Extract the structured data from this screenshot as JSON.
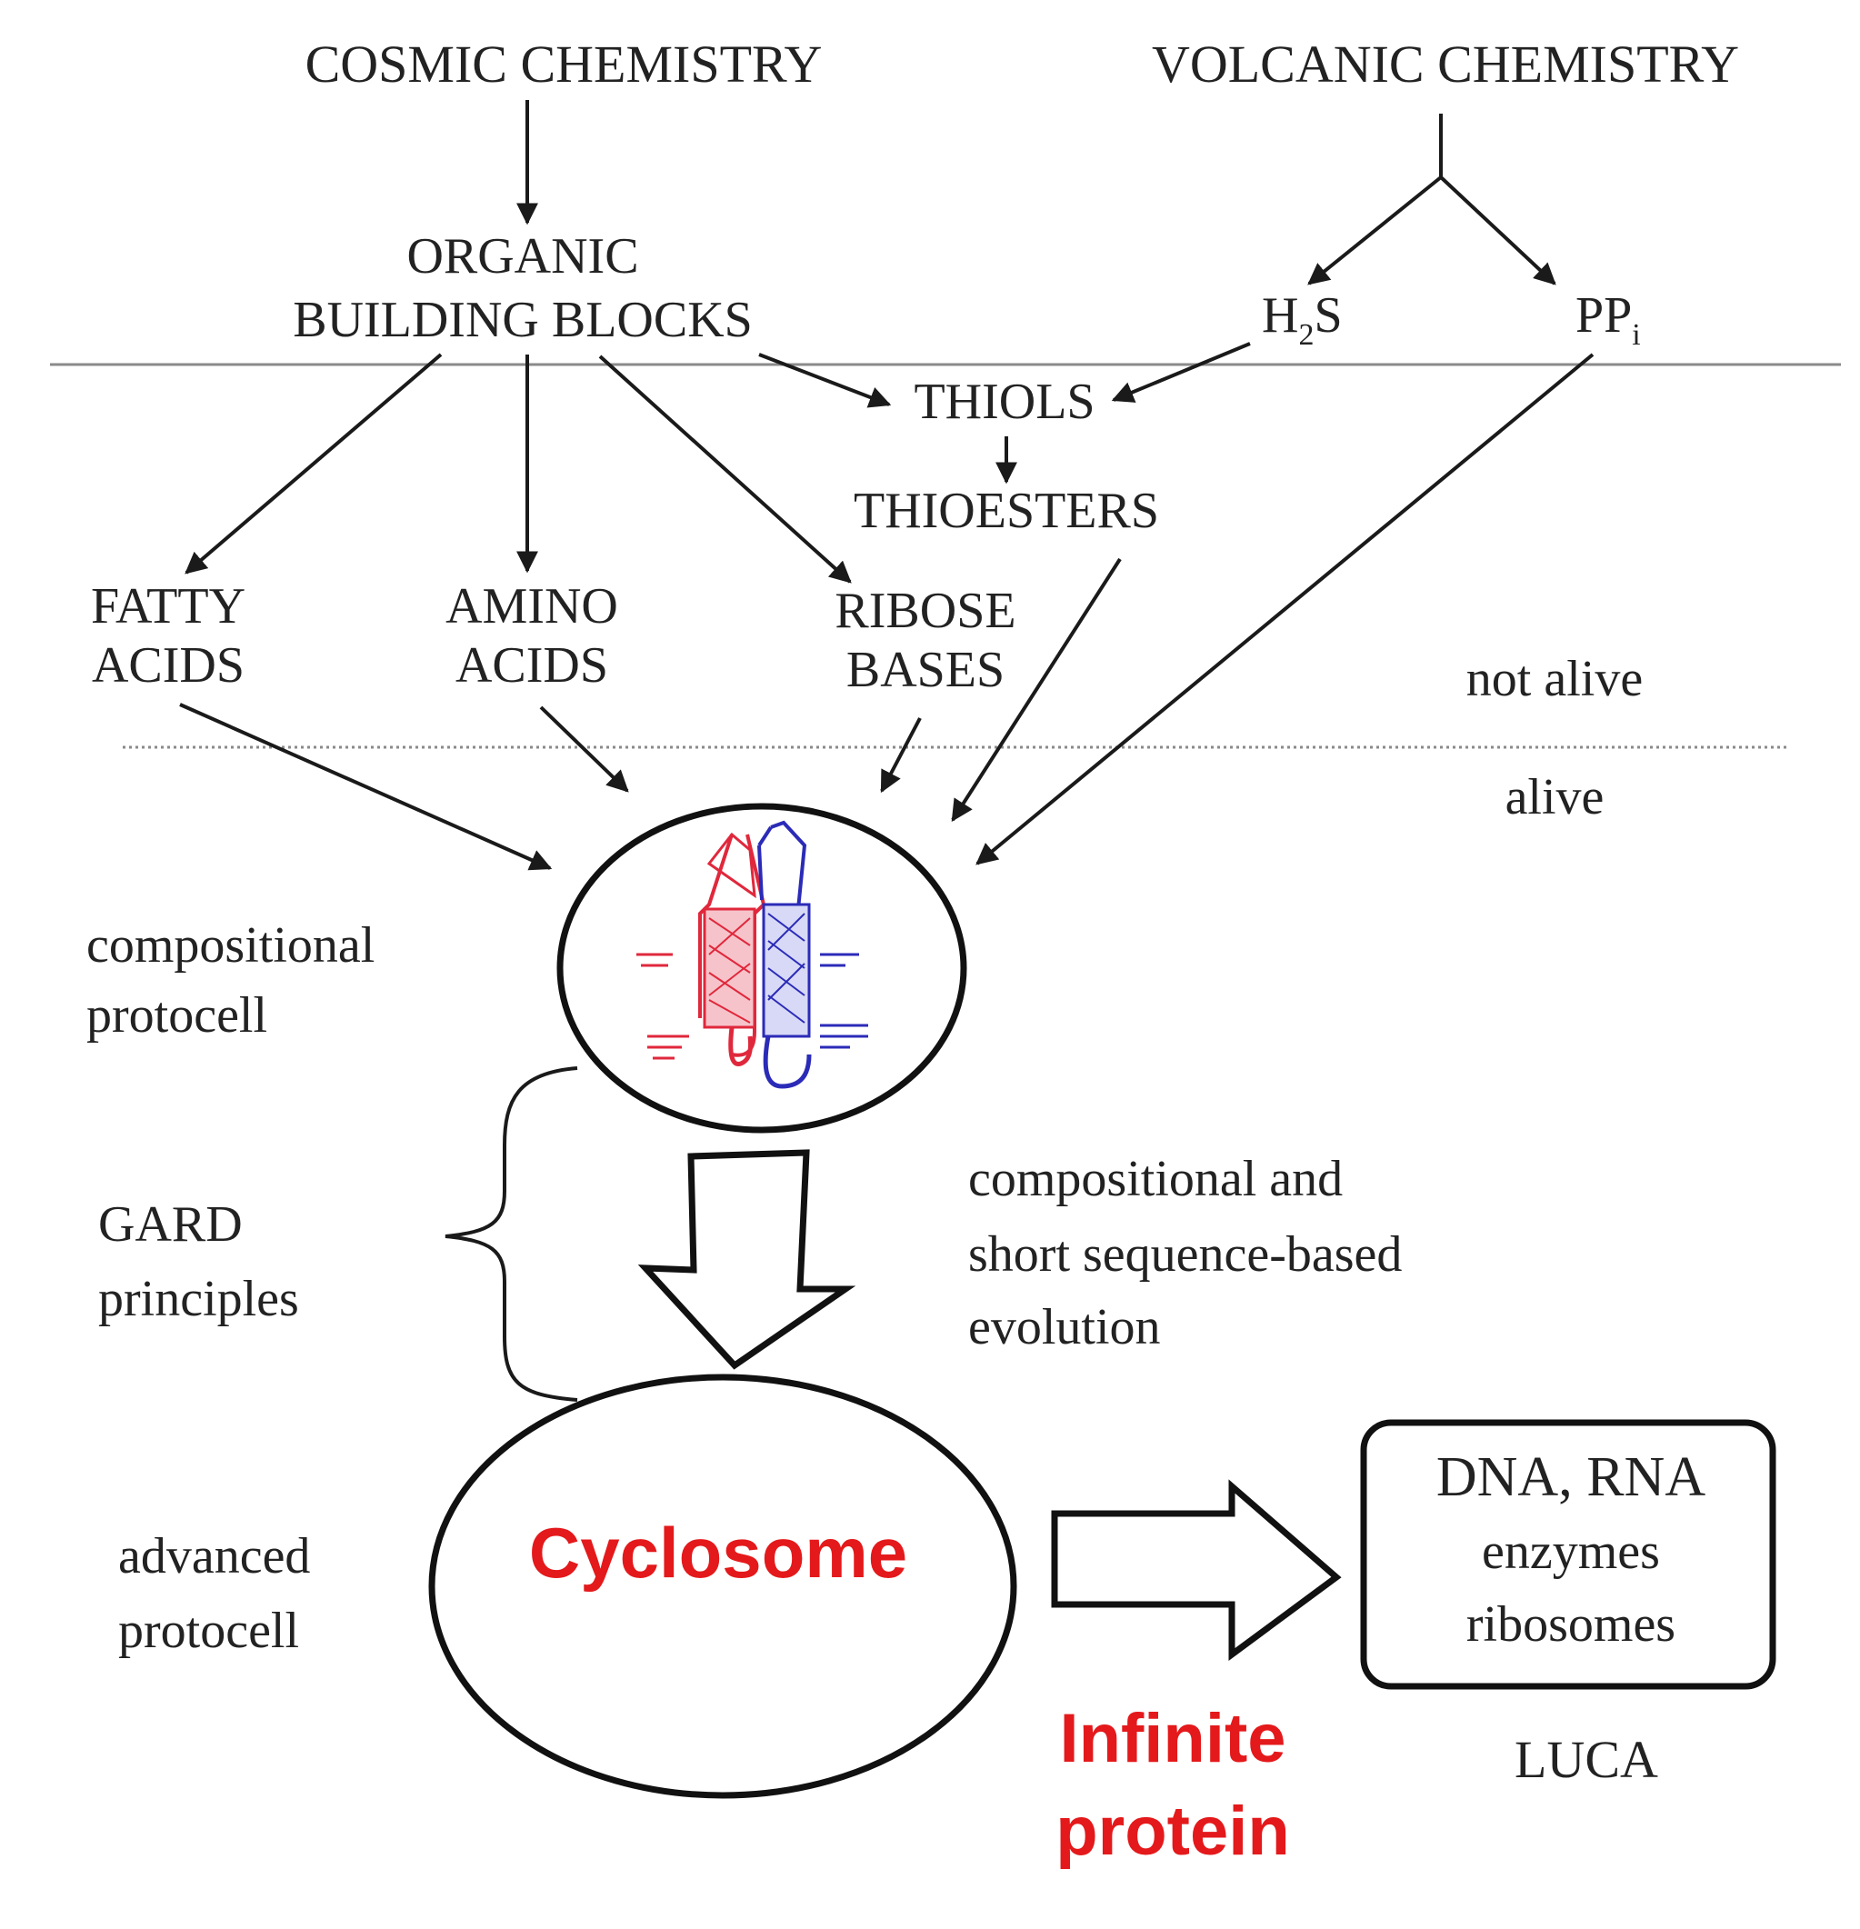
{
  "sources": {
    "cosmic": "COSMIC CHEMISTRY",
    "volcanic": "VOLCANIC CHEMISTRY"
  },
  "organic": {
    "line1": "ORGANIC",
    "line2": "BUILDING BLOCKS"
  },
  "volcanic_products": {
    "h2s": {
      "a": "H",
      "sub": "2",
      "b": "S"
    },
    "ppi": {
      "a": "PP",
      "sub": "i"
    }
  },
  "thiols": "THIOLS",
  "thioesters": "THIOESTERS",
  "fatty": {
    "line1": "FATTY",
    "line2": "ACIDS"
  },
  "amino": {
    "line1": "AMINO",
    "line2": "ACIDS"
  },
  "ribose": {
    "line1": "RIBOSE",
    "line2": "BASES"
  },
  "zones": {
    "not_alive": "not alive",
    "alive": "alive"
  },
  "compositional_protocell": {
    "line1": "compositional",
    "line2": "protocell"
  },
  "gard": {
    "line1": "GARD",
    "line2": "principles"
  },
  "evolution": {
    "line1": "compositional and",
    "line2": "short sequence-based",
    "line3": "evolution"
  },
  "advanced_protocell": {
    "line1": "advanced",
    "line2": "protocell"
  },
  "cyclosome": "Cyclosome",
  "infinite_protein": {
    "line1": "Infinite",
    "line2": "protein"
  },
  "luca_box": {
    "line1": "DNA, RNA",
    "line2": "enzymes",
    "line3": "ribosomes"
  },
  "luca": "LUCA",
  "colors": {
    "accent_red": "#e4191b",
    "protein_red": "#e0283c",
    "protein_blue": "#2b2bb8",
    "line": "#1a1a1a"
  }
}
